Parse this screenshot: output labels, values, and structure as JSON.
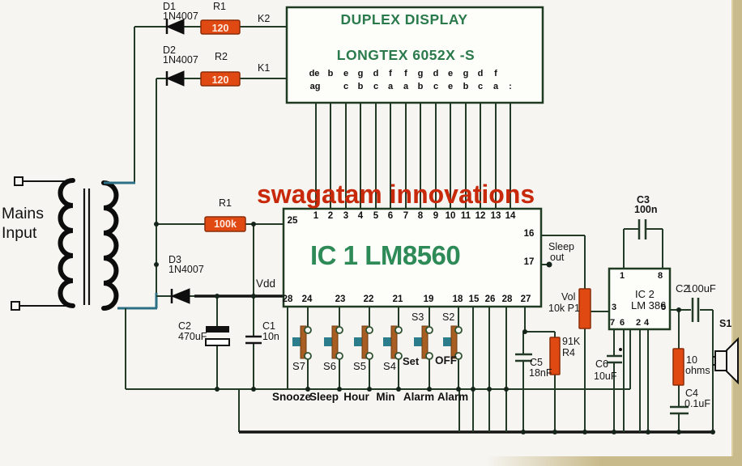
{
  "watermark": "swagatam innovations",
  "colors": {
    "wire_green": "#233a26",
    "teal_wire": "#2d7086",
    "resistor_orange": "#e04a12",
    "switch_brown": "#a85e22",
    "switch_teal": "#2b7d8c",
    "green_text": "#2e8b57",
    "red_watermark": "#c8290a",
    "page_edge_tan": "#c9ba8b"
  },
  "mains": {
    "line1": "Mains",
    "line2": "Input"
  },
  "power": {
    "d1_ref": "D1",
    "d1_val": "1N4007",
    "d2_ref": "D2",
    "d2_val": "1N4007",
    "d3_ref": "D3",
    "d3_val": "1N4007",
    "r1a_ref": "R1",
    "r1a_val": "120",
    "r2_ref": "R2",
    "r2_val": "120",
    "k2": "K2",
    "k1": "K1",
    "r1b_ref": "R1",
    "r1b_val": "100k",
    "vdd": "Vdd",
    "c2_ref": "C2",
    "c2_val": "470uF",
    "c1_ref": "C1",
    "c1_val": "10n"
  },
  "display": {
    "title": "DUPLEX DISPLAY",
    "model": "LONGTEX 6052X -S",
    "segment_row1": [
      "de",
      "b",
      "e",
      "g",
      "d",
      "f",
      "f",
      "g",
      "d",
      "e",
      "g",
      "d",
      "f",
      ""
    ],
    "segment_row2": [
      "ag",
      "",
      "c",
      "b",
      "c",
      "a",
      "a",
      "b",
      "c",
      "e",
      "b",
      "c",
      "a",
      ":"
    ]
  },
  "ic1": {
    "title": "IC 1  LM8560",
    "top_pins": [
      "1",
      "2",
      "3",
      "4",
      "5",
      "6",
      "7",
      "8",
      "9",
      "10",
      "11",
      "12",
      "13",
      "14"
    ],
    "bottom_pins": [
      "28",
      "24",
      "23",
      "22",
      "21",
      "19",
      "18",
      "15",
      "26",
      "28",
      "27"
    ],
    "left_pin": "25",
    "pin16": "16",
    "pin17": "17",
    "sleep_line1": "Sleep",
    "sleep_line2": "out"
  },
  "switches": {
    "refs": [
      "S7",
      "S6",
      "S5",
      "S4"
    ],
    "s3": "S3",
    "s2": "S2",
    "set": "Set",
    "off": "OFF",
    "functions": [
      "Snooze",
      "Sleep",
      "Hour",
      "Min",
      "Alarm",
      "Alarm"
    ]
  },
  "audio": {
    "vol": "Vol",
    "p1": "10k P1",
    "c5_ref": "C5",
    "c5_val": "18nF",
    "r4_val": "91K",
    "r4_ref": "R4",
    "c6_ref": "C6",
    "c6_val": "10uF",
    "ic2_line1": "IC 2",
    "ic2_line2": "LM 386",
    "ic2_p1": "1",
    "ic2_p8": "8",
    "ic2_p3": "3",
    "ic2_p5": "5",
    "ic2_p7": "7",
    "ic2_p6": "6",
    "ic2_p2": "2",
    "ic2_p4": "4",
    "c3_ref": "C3",
    "c3_val": "100n",
    "cout_ref": "C2",
    "cout_val": "100uF",
    "speaker": "S1",
    "r5_line1": "10",
    "r5_line2": "ohms",
    "c4_ref": "C4",
    "c4_val": "0.1uF"
  }
}
